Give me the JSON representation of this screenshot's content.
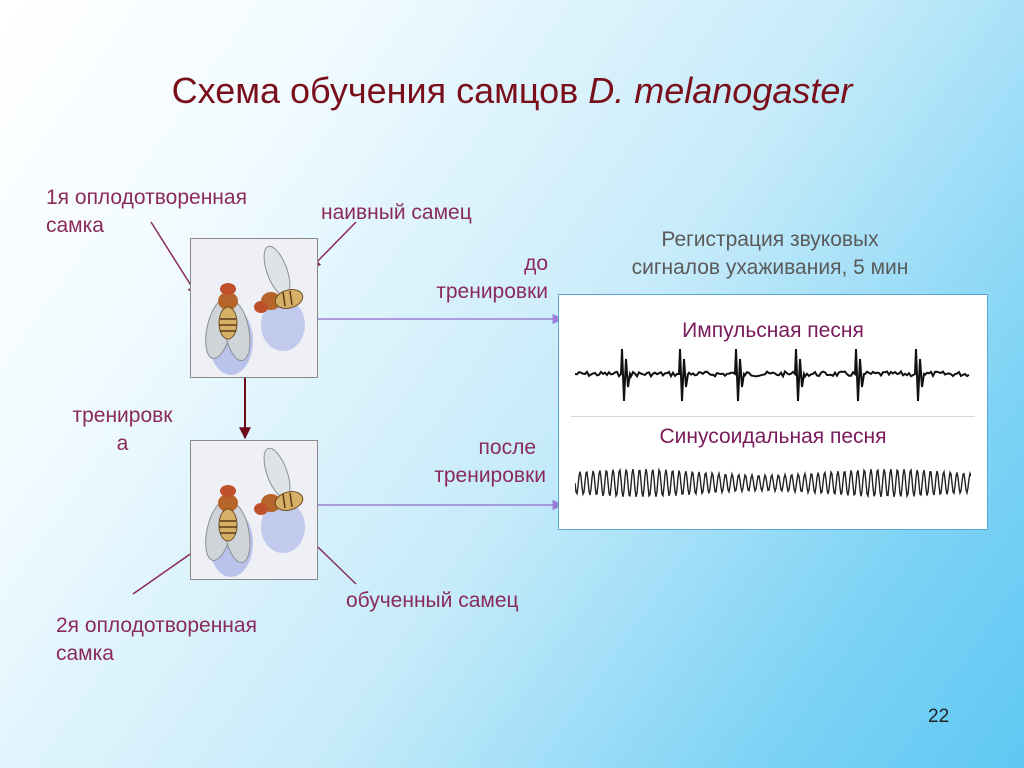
{
  "slide": {
    "title_main": "Схема обучения самцов ",
    "title_italic": "D. melanogaster",
    "page_number": "22"
  },
  "labels": {
    "female1_line1": "1я оплодотворенная",
    "female1_line2": "самка",
    "naive_male": "наивный самец",
    "before_line1": "до",
    "before_line2": "тренировки",
    "training_line1": "тренировк",
    "training_line2": "а",
    "after_line1": "после",
    "after_line2": "тренировки",
    "trained_male": "обученный самец",
    "female2_line1": "2я оплодотворенная",
    "female2_line2": "самка",
    "registration_line1": "Регистрация звуковых",
    "registration_line2": "сигналов ухаживания, 5 мин"
  },
  "panel": {
    "pulse_song": "Импульсная песня",
    "sine_song": "Синусоидальная песня"
  },
  "colors": {
    "title": "#7a0f1c",
    "arrow": "#9b7ed6",
    "pointer": "#8a2a5a",
    "training_arrow": "#6a0a1a"
  }
}
